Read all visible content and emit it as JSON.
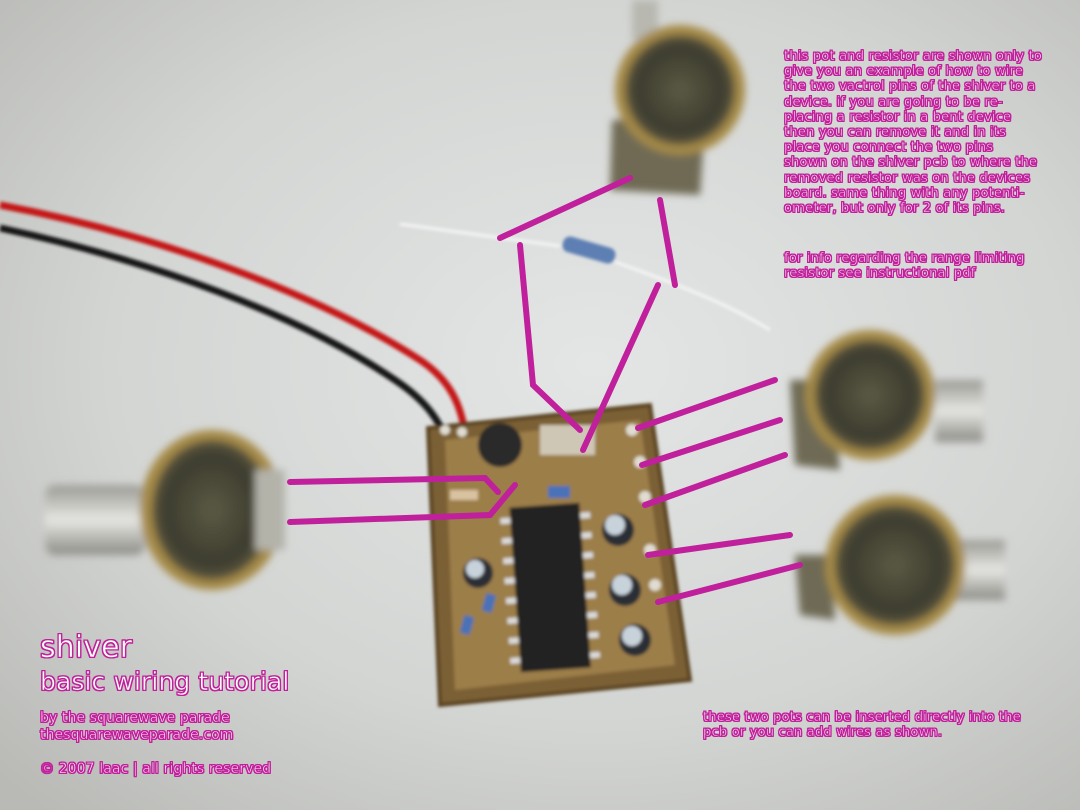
{
  "captions": {
    "title": "shiver",
    "subtitle": "basic wiring tutorial",
    "byline": "by the squarewave parade\nthesquarewaveparade.com",
    "copyright": "© 2007 laac | all rights reserved",
    "note_top": "this pot and resistor are shown only to\ngive you an example of how to wire\nthe two vactrol pins of the shiver to a\ndevice. if you are going to be re-\nplacing a resistor in a bent device\nthen you can remove it and in its\nplace you connect the two pins\nshown on the shiver pcb to where the\nremoved resistor was on the devices\nboard. same thing with any potenti-\nometer, but only for 2 of its pins.",
    "note_range": "for info regarding the range limiting\nresistor see instructional pdf",
    "note_bottom": "these two pots can be inserted directly into the\npcb or you can add wires as shown."
  },
  "colors": {
    "annotation": "#c0209b",
    "background": "#d9dad9",
    "pcb": "#8a6e3c"
  }
}
